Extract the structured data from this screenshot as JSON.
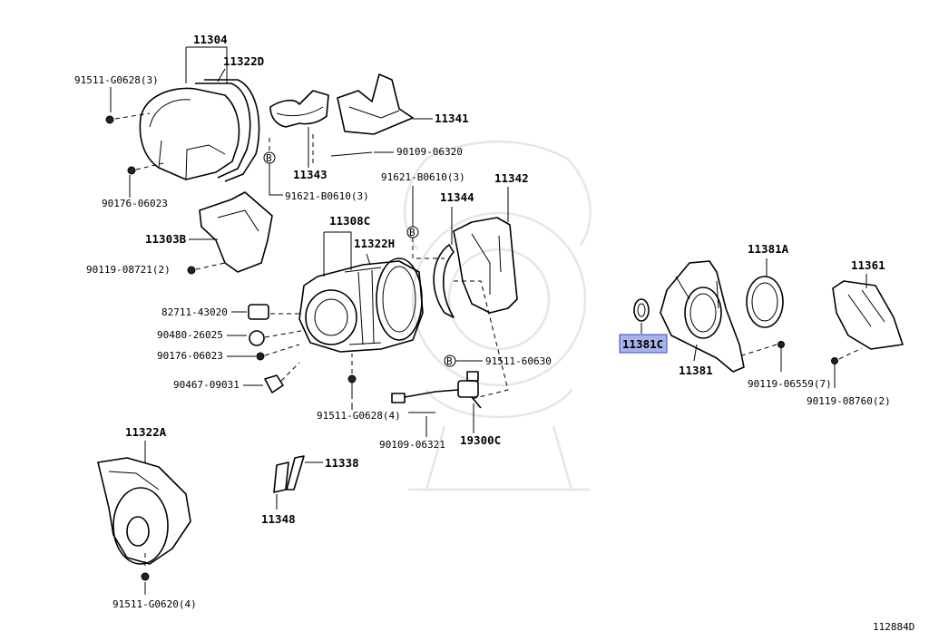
{
  "diagram_id": "112884D",
  "highlight_color": "#aab2ea",
  "labels": {
    "p11304": "11304",
    "p11322D": "11322D",
    "p91511_G0628_3": "91511-G0628(3)",
    "p90176_06023_a": "90176-06023",
    "p11341": "11341",
    "p90109_06320": "90109-06320",
    "p11343": "11343",
    "p91621_B0610_3a": "91621-B0610(3)",
    "p91621_B0610_3b": "91621-B0610(3)",
    "p11342": "11342",
    "p11344": "11344",
    "p11303B": "11303B",
    "p90119_08721_2": "90119-08721(2)",
    "p11308C": "11308C",
    "p11322H": "11322H",
    "p82711_43020": "82711-43020",
    "p90480_26025": "90480-26025",
    "p90176_06023_b": "90176-06023",
    "p90467_09031": "90467-09031",
    "p91511_60630": "91511-60630",
    "p91511_G0628_4": "91511-G0628(4)",
    "p90109_06321": "90109-06321",
    "p19300C": "19300C",
    "p11381A": "11381A",
    "p11361": "11361",
    "p11381C": "11381C",
    "p11381": "11381",
    "p90119_06559_7": "90119-06559(7)",
    "p90119_08760_2": "90119-08760(2)",
    "p11322A": "11322A",
    "p11338": "11338",
    "p11348": "11348",
    "p91511_G0620_4": "91511-G0620(4)",
    "marker_b": "B"
  }
}
